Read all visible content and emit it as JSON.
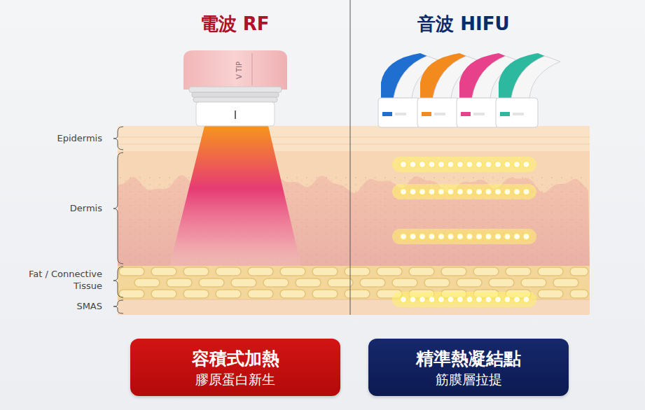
{
  "diagram": {
    "nodes": [
      {
        "text": [
          "容積式加熱",
          "膠原蛋白新生"
        ]
      },
      {
        "text": [
          "精準熱凝結點",
          "筋膜層拉提"
        ]
      }
    ],
    "labels": [
      "電波 RF",
      "音波 HIFU",
      "V TIP",
      "Epidermis",
      "Dermis",
      "Fat / Connective Tissue",
      "SMAS"
    ]
  }
}
